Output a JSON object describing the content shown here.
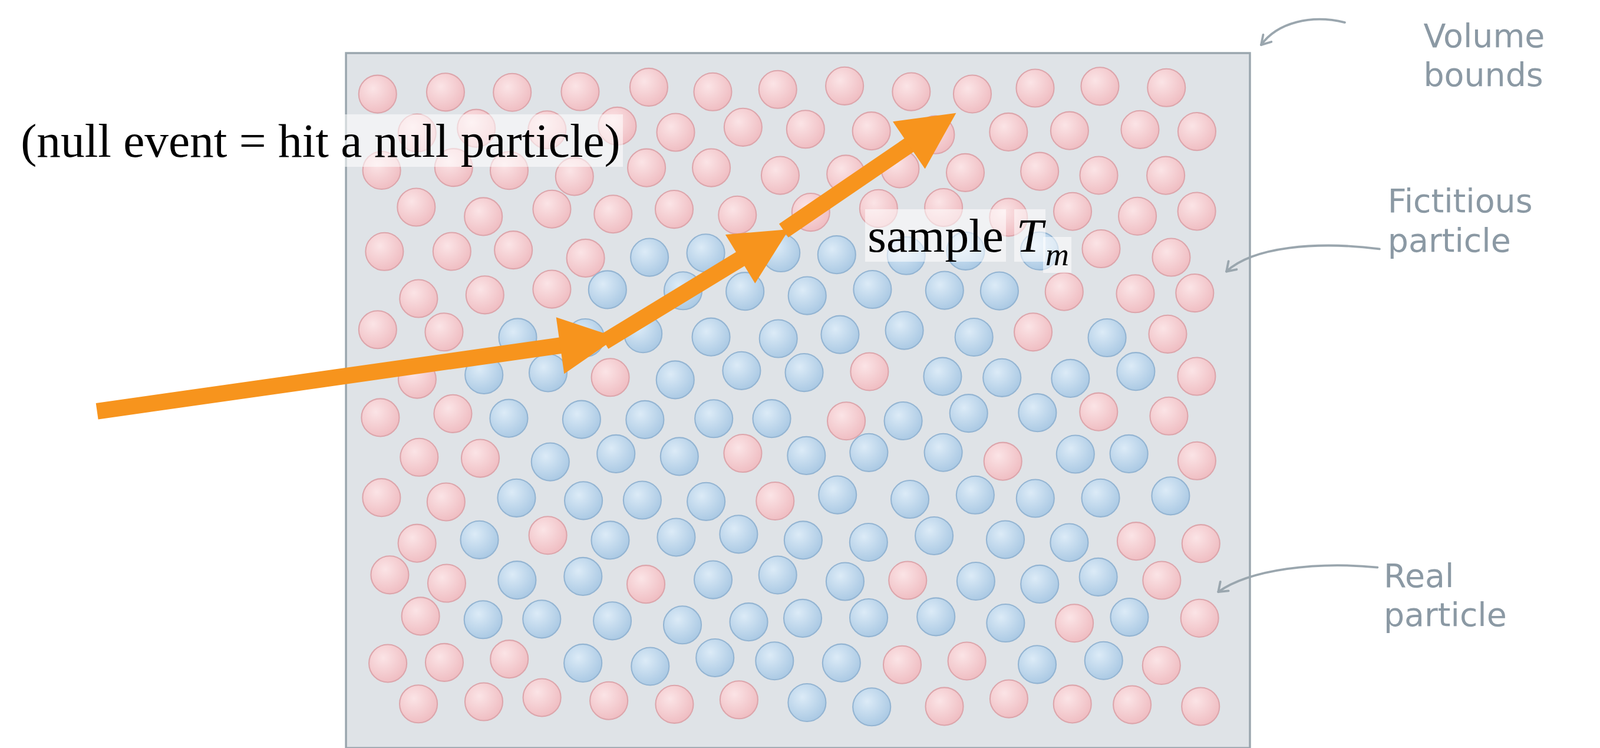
{
  "diagram": {
    "labels": [
      "(null event = hit a null particle)",
      "sample",
      "T",
      "m",
      "Volume bounds",
      "Fictitious particle",
      "Real particle"
    ]
  }
}
